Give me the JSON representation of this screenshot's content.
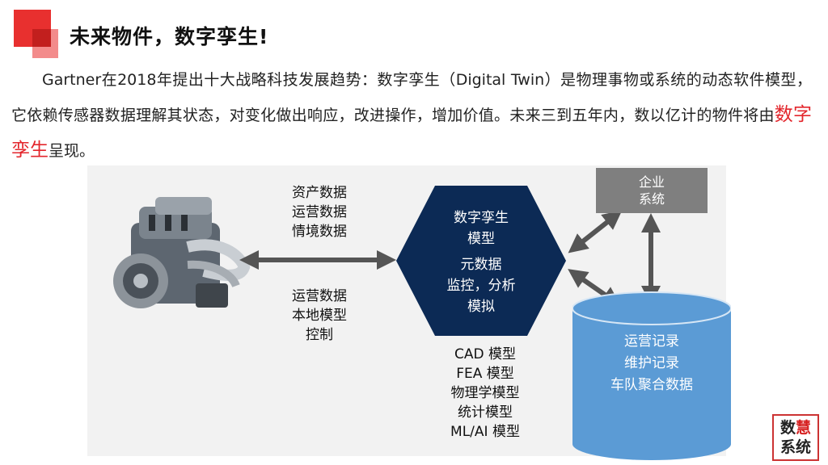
{
  "header": {
    "title": "未来物件，数字孪生!"
  },
  "intro": {
    "text_before": "Gartner在2018年提出十大战略科技发展趋势：数字孪生（Digital Twin）是物理事物或系统的动态软件模型，它依赖传感器数据理解其状态，对变化做出响应，改进操作，增加价值。未来三到五年内，数以亿计的物件将由",
    "highlight": "数字孪生",
    "text_after": "呈现。"
  },
  "diagram": {
    "top_data": "资产数据\n运营数据\n情境数据",
    "bottom_data": "运营数据\n本地模型\n控制",
    "twin_title": "数字孪生\n模型",
    "twin_body": "元数据\n监控，分析\n模拟",
    "models": "CAD 模型\nFEA 模型\n物理学模型\n统计模型\nML/AI 模型",
    "enterprise": "企业\n系统",
    "records": "运营记录\n维护记录\n车队聚合数据"
  },
  "footer_logo": {
    "line1_a": "数",
    "line1_b": "慧",
    "line2": "系统"
  },
  "colors": {
    "accent_red": "#e8302f",
    "hex_navy": "#0c2a55",
    "arrow_gray": "#555555",
    "cylinder_blue": "#5b9bd5"
  }
}
